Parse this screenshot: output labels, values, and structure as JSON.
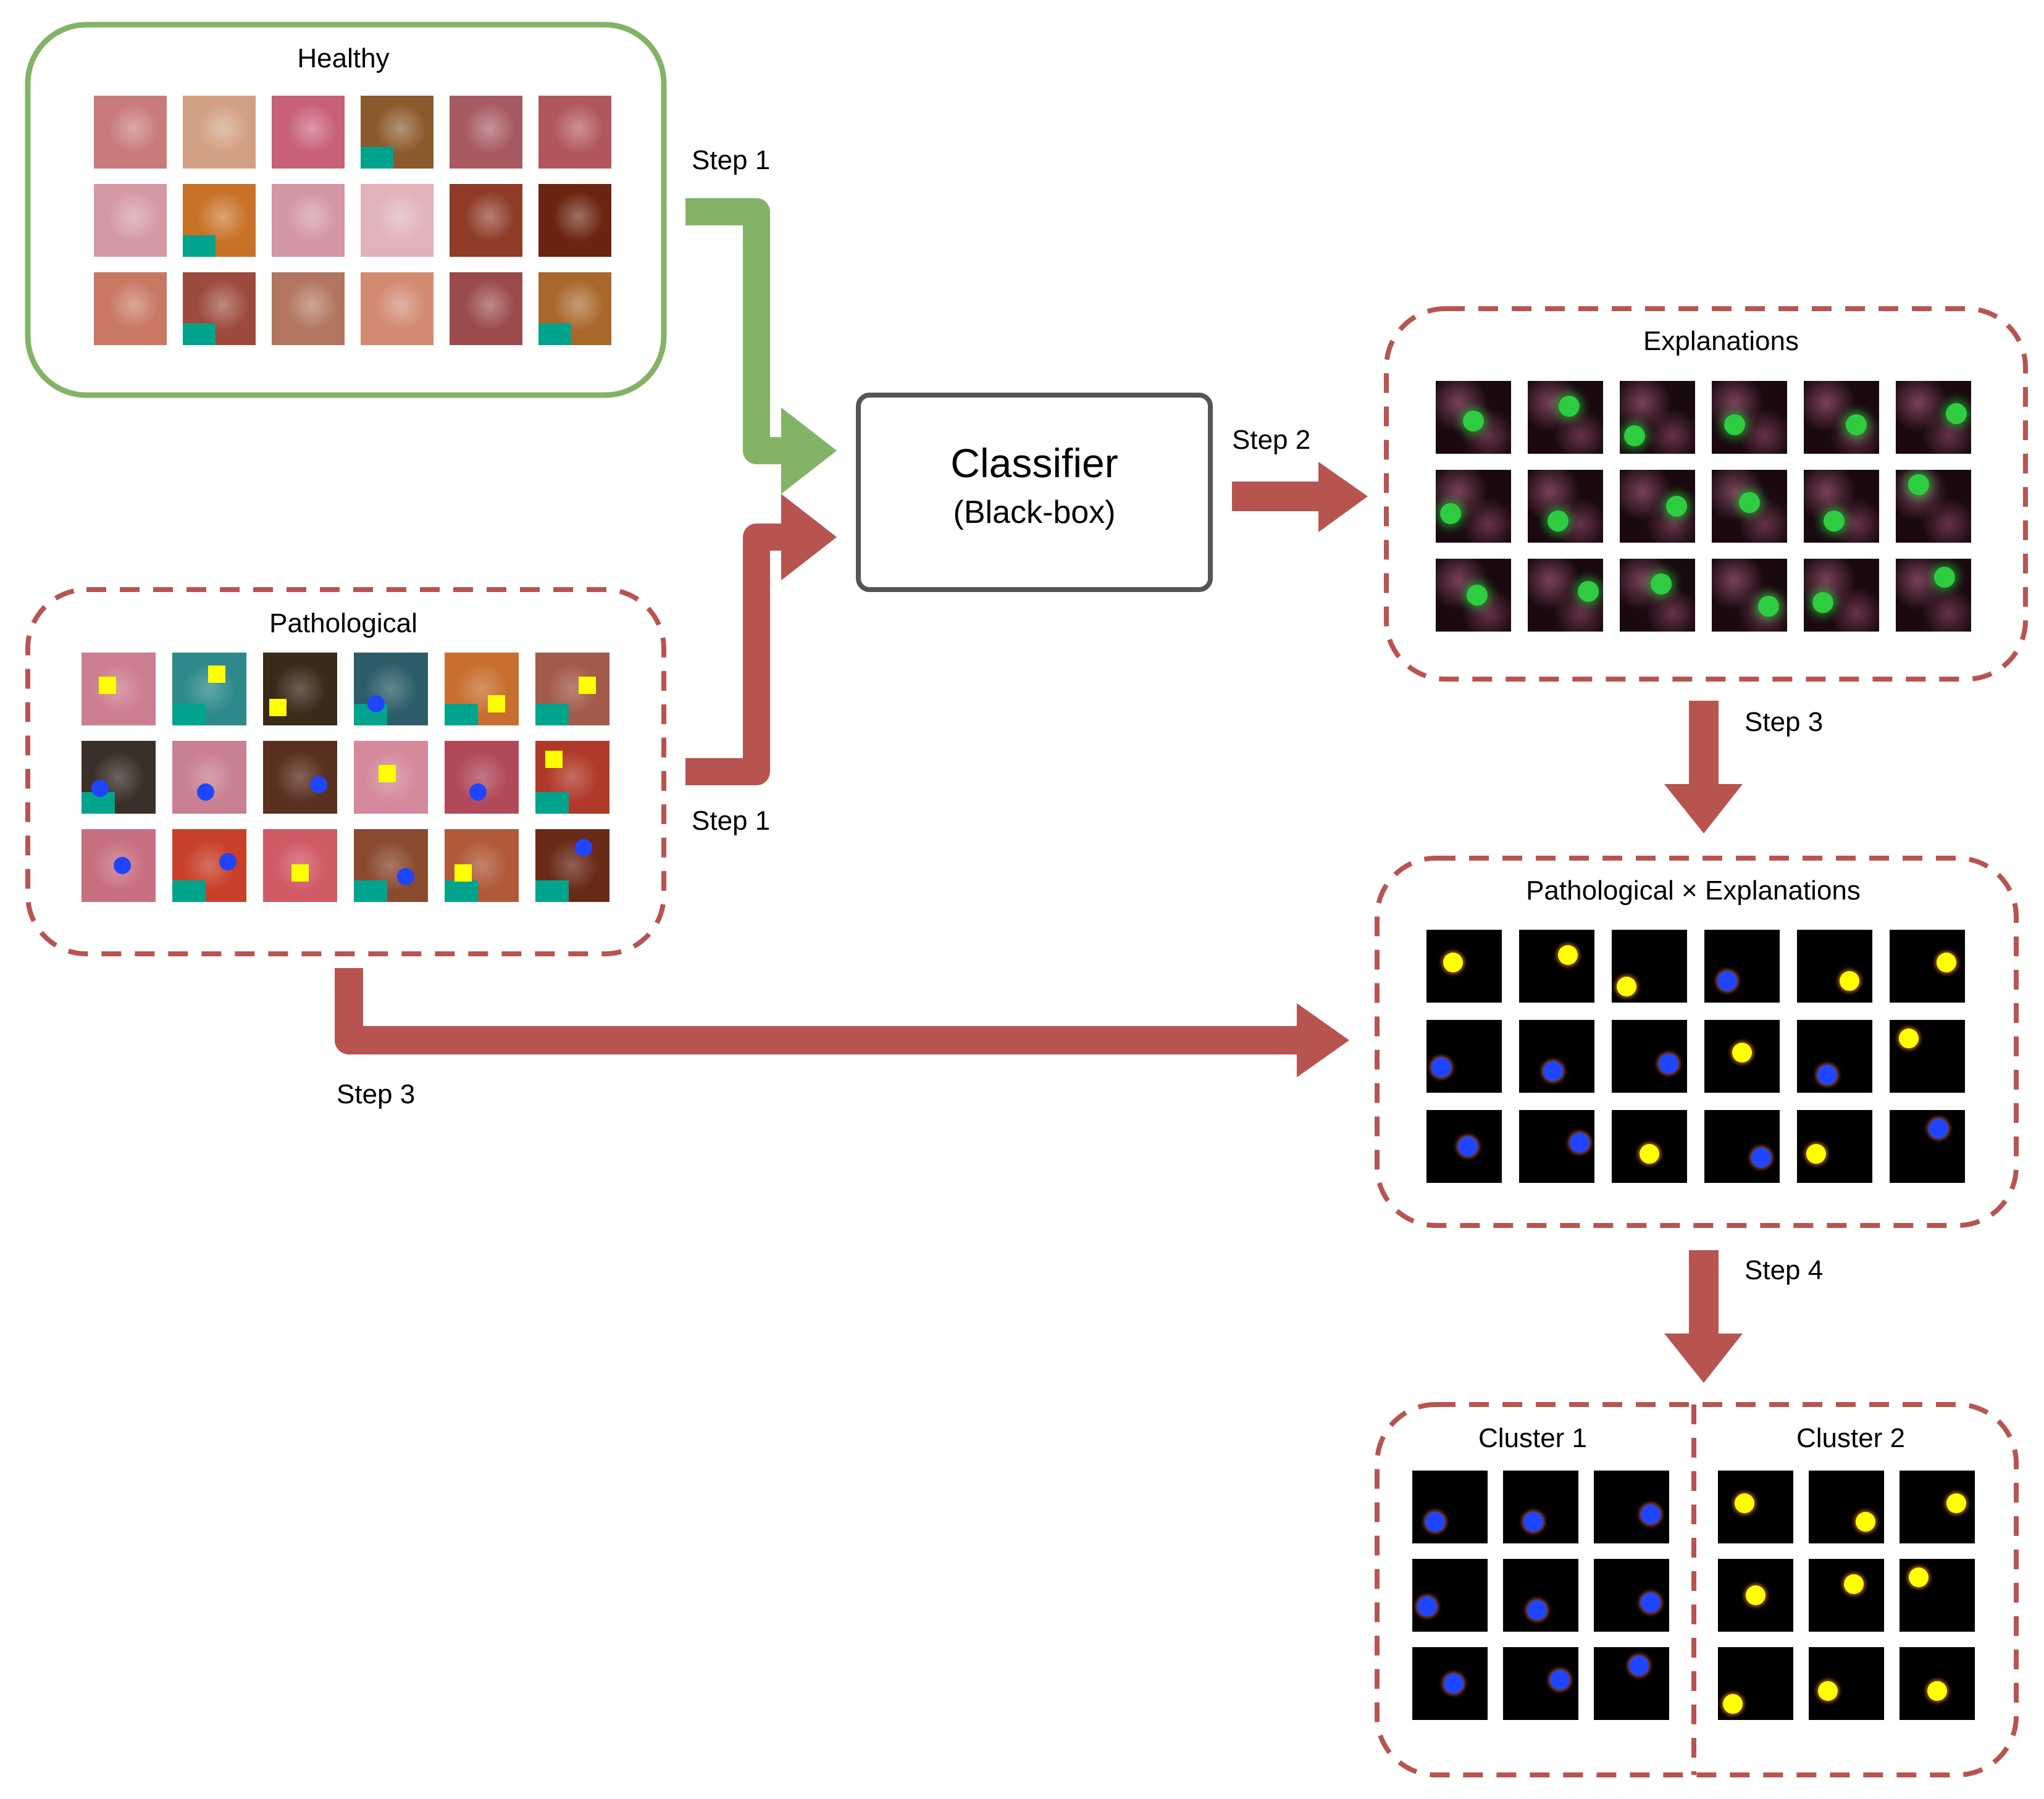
{
  "colors": {
    "green": "#82b366",
    "red": "#b85450",
    "box_border": "#555555",
    "yellow_marker": "#ffff00",
    "blue_marker": "#1f45ff",
    "teal_tag": "#00a48c"
  },
  "healthy": {
    "title": "Healthy",
    "thumbs": [
      {
        "bg": "#c97a7a",
        "tag": false
      },
      {
        "bg": "#d2a083",
        "tag": false
      },
      {
        "bg": "#c86077",
        "tag": false
      },
      {
        "bg": "#8a5a2c",
        "tag": true
      },
      {
        "bg": "#a75a62",
        "tag": false
      },
      {
        "bg": "#b0575c",
        "tag": false
      },
      {
        "bg": "#d49aa4",
        "tag": false
      },
      {
        "bg": "#c87228",
        "tag": true
      },
      {
        "bg": "#d296a5",
        "tag": false
      },
      {
        "bg": "#e1b2ba",
        "tag": false
      },
      {
        "bg": "#8e3b28",
        "tag": false
      },
      {
        "bg": "#6b2410",
        "tag": false
      },
      {
        "bg": "#c87763",
        "tag": false
      },
      {
        "bg": "#9d4a3e",
        "tag": true
      },
      {
        "bg": "#b27660",
        "tag": false
      },
      {
        "bg": "#d28a72",
        "tag": false
      },
      {
        "bg": "#9a4a4a",
        "tag": false
      },
      {
        "bg": "#a8682c",
        "tag": true
      }
    ]
  },
  "pathological": {
    "title": "Pathological",
    "thumbs": [
      {
        "bg": "#cd7d90",
        "marker": "yellow",
        "mx": 0.35,
        "my": 0.45,
        "tag": false
      },
      {
        "bg": "#2e8a8a",
        "marker": "yellow",
        "mx": 0.6,
        "my": 0.3,
        "tag": true
      },
      {
        "bg": "#3a2a1a",
        "marker": "yellow",
        "mx": 0.2,
        "my": 0.75,
        "tag": false
      },
      {
        "bg": "#2e5d6a",
        "marker": "blue",
        "mx": 0.3,
        "my": 0.7,
        "tag": true
      },
      {
        "bg": "#c86f30",
        "marker": "yellow",
        "mx": 0.7,
        "my": 0.7,
        "tag": true
      },
      {
        "bg": "#a25a4a",
        "marker": "yellow",
        "mx": 0.7,
        "my": 0.45,
        "tag": true
      },
      {
        "bg": "#3a3028",
        "marker": "blue",
        "mx": 0.25,
        "my": 0.65,
        "tag": true
      },
      {
        "bg": "#c98092",
        "marker": "blue",
        "mx": 0.45,
        "my": 0.7,
        "tag": false
      },
      {
        "bg": "#5a3020",
        "marker": "blue",
        "mx": 0.75,
        "my": 0.6,
        "tag": false
      },
      {
        "bg": "#d58a9c",
        "marker": "yellow",
        "mx": 0.45,
        "my": 0.45,
        "tag": false
      },
      {
        "bg": "#b04a5a",
        "marker": "blue",
        "mx": 0.45,
        "my": 0.7,
        "tag": false
      },
      {
        "bg": "#b03a2a",
        "marker": "yellow",
        "mx": 0.25,
        "my": 0.25,
        "tag": true
      },
      {
        "bg": "#c77080",
        "marker": "blue",
        "mx": 0.55,
        "my": 0.5,
        "tag": false
      },
      {
        "bg": "#c8402a",
        "marker": "blue",
        "mx": 0.75,
        "my": 0.45,
        "tag": true
      },
      {
        "bg": "#d05a66",
        "marker": "yellow",
        "mx": 0.5,
        "my": 0.6,
        "tag": false
      },
      {
        "bg": "#8a4a30",
        "marker": "blue",
        "mx": 0.7,
        "my": 0.65,
        "tag": true
      },
      {
        "bg": "#b05a3a",
        "marker": "yellow",
        "mx": 0.25,
        "my": 0.6,
        "tag": true
      },
      {
        "bg": "#6a2a18",
        "marker": "blue",
        "mx": 0.65,
        "my": 0.25,
        "tag": true
      }
    ]
  },
  "classifier": {
    "title": "Classifier",
    "subtitle": "(Black-box)"
  },
  "explanations": {
    "title": "Explanations",
    "dots": [
      {
        "dx": 0.5,
        "dy": 0.55
      },
      {
        "dx": 0.55,
        "dy": 0.35
      },
      {
        "dx": 0.2,
        "dy": 0.75
      },
      {
        "dx": 0.3,
        "dy": 0.6
      },
      {
        "dx": 0.7,
        "dy": 0.6
      },
      {
        "dx": 0.8,
        "dy": 0.45
      },
      {
        "dx": 0.2,
        "dy": 0.6
      },
      {
        "dx": 0.4,
        "dy": 0.7
      },
      {
        "dx": 0.75,
        "dy": 0.5
      },
      {
        "dx": 0.5,
        "dy": 0.45
      },
      {
        "dx": 0.4,
        "dy": 0.7
      },
      {
        "dx": 0.3,
        "dy": 0.2
      },
      {
        "dx": 0.55,
        "dy": 0.5
      },
      {
        "dx": 0.8,
        "dy": 0.45
      },
      {
        "dx": 0.55,
        "dy": 0.35
      },
      {
        "dx": 0.75,
        "dy": 0.65
      },
      {
        "dx": 0.25,
        "dy": 0.6
      },
      {
        "dx": 0.65,
        "dy": 0.25
      }
    ]
  },
  "pathxexp": {
    "title": "Pathological × Explanations",
    "dots": [
      {
        "c": "yellow",
        "dx": 0.35,
        "dy": 0.45
      },
      {
        "c": "yellow",
        "dx": 0.65,
        "dy": 0.35
      },
      {
        "c": "yellow",
        "dx": 0.2,
        "dy": 0.78
      },
      {
        "c": "blue",
        "dx": 0.3,
        "dy": 0.7
      },
      {
        "c": "yellow",
        "dx": 0.7,
        "dy": 0.7
      },
      {
        "c": "yellow",
        "dx": 0.75,
        "dy": 0.45
      },
      {
        "c": "blue",
        "dx": 0.2,
        "dy": 0.65
      },
      {
        "c": "blue",
        "dx": 0.45,
        "dy": 0.7
      },
      {
        "c": "blue",
        "dx": 0.75,
        "dy": 0.6
      },
      {
        "c": "yellow",
        "dx": 0.5,
        "dy": 0.45
      },
      {
        "c": "blue",
        "dx": 0.4,
        "dy": 0.75
      },
      {
        "c": "yellow",
        "dx": 0.25,
        "dy": 0.25
      },
      {
        "c": "blue",
        "dx": 0.55,
        "dy": 0.5
      },
      {
        "c": "blue",
        "dx": 0.8,
        "dy": 0.45
      },
      {
        "c": "yellow",
        "dx": 0.5,
        "dy": 0.6
      },
      {
        "c": "blue",
        "dx": 0.75,
        "dy": 0.65
      },
      {
        "c": "yellow",
        "dx": 0.25,
        "dy": 0.6
      },
      {
        "c": "blue",
        "dx": 0.65,
        "dy": 0.25
      }
    ]
  },
  "clusters": [
    {
      "title": "Cluster 1",
      "dots": [
        {
          "c": "blue",
          "dx": 0.3,
          "dy": 0.7
        },
        {
          "c": "blue",
          "dx": 0.4,
          "dy": 0.7
        },
        {
          "c": "blue",
          "dx": 0.75,
          "dy": 0.6
        },
        {
          "c": "blue",
          "dx": 0.2,
          "dy": 0.65
        },
        {
          "c": "blue",
          "dx": 0.45,
          "dy": 0.7
        },
        {
          "c": "blue",
          "dx": 0.75,
          "dy": 0.6
        },
        {
          "c": "blue",
          "dx": 0.55,
          "dy": 0.5
        },
        {
          "c": "blue",
          "dx": 0.75,
          "dy": 0.45
        },
        {
          "c": "blue",
          "dx": 0.6,
          "dy": 0.25
        }
      ]
    },
    {
      "title": "Cluster 2",
      "dots": [
        {
          "c": "yellow",
          "dx": 0.35,
          "dy": 0.45
        },
        {
          "c": "yellow",
          "dx": 0.75,
          "dy": 0.7
        },
        {
          "c": "yellow",
          "dx": 0.75,
          "dy": 0.45
        },
        {
          "c": "yellow",
          "dx": 0.5,
          "dy": 0.5
        },
        {
          "c": "yellow",
          "dx": 0.6,
          "dy": 0.35
        },
        {
          "c": "yellow",
          "dx": 0.25,
          "dy": 0.25
        },
        {
          "c": "yellow",
          "dx": 0.2,
          "dy": 0.78
        },
        {
          "c": "yellow",
          "dx": 0.25,
          "dy": 0.6
        },
        {
          "c": "yellow",
          "dx": 0.5,
          "dy": 0.6
        }
      ]
    }
  ],
  "steps": {
    "step1_healthy": "Step 1",
    "step1_path": "Step 1",
    "step2": "Step 2",
    "step3_right": "Step 3",
    "step3_bottom": "Step 3",
    "step4": "Step 4"
  }
}
